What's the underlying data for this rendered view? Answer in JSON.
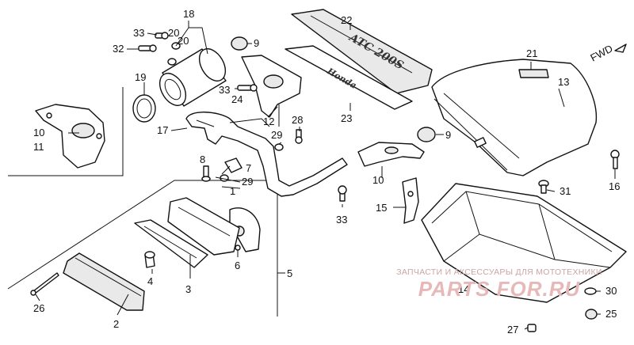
{
  "diagram": {
    "callouts": {
      "c1": "1",
      "c2": "2",
      "c3": "3",
      "c4": "4",
      "c5": "5",
      "c6": "6",
      "c7": "7",
      "c8": "8",
      "c9a": "9",
      "c9b": "9",
      "c10a": "10",
      "c11": "11",
      "c10b": "10",
      "c12": "12",
      "c13": "13",
      "c14": "14",
      "c15": "15",
      "c16": "16",
      "c17": "17",
      "c18": "18",
      "c19": "19",
      "c20a": "20",
      "c20b": "20",
      "c21": "21",
      "c22": "22",
      "c23": "23",
      "c24": "24",
      "c25": "25",
      "c26": "26",
      "c27": "27",
      "c28": "28",
      "c29a": "29",
      "c29b": "29",
      "c30": "30",
      "c31": "31",
      "c32": "32",
      "c33a": "33",
      "c33b": "33",
      "c33c": "33"
    },
    "fwd_label": "FWD",
    "decal_text": "ATC 200S",
    "decal_text_small": "Honda",
    "watermark": {
      "top_line": "ЗАПЧАСТИ И АКСЕССУАРЫ ДЛЯ МОТОТЕХНИКИ",
      "logo": "PARTS FOR.RU"
    }
  }
}
